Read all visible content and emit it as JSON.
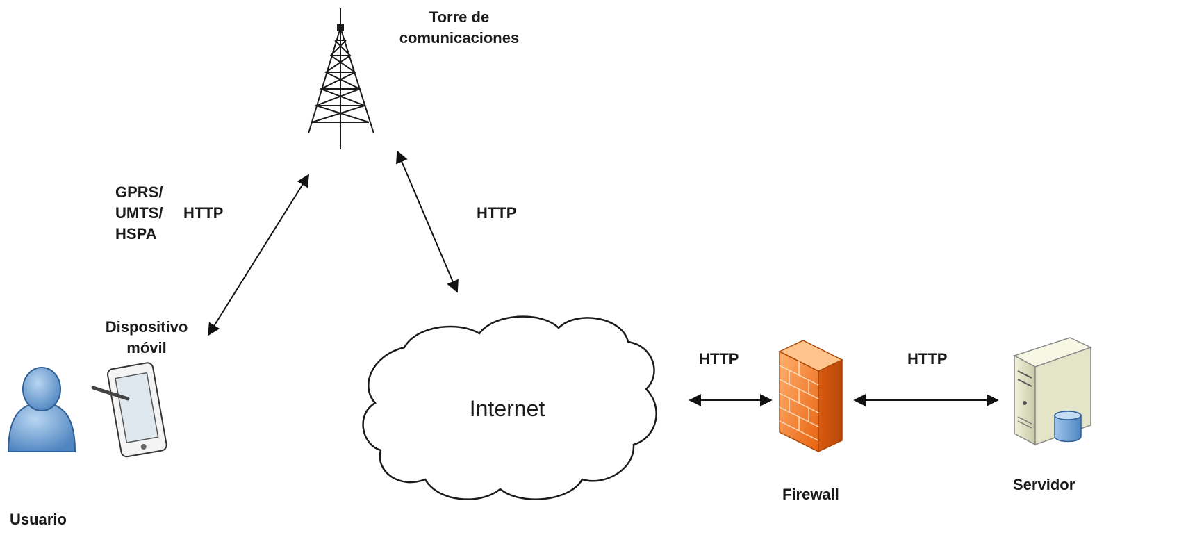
{
  "diagram": {
    "tower_label": [
      "Torre de",
      "comunicaciones"
    ],
    "device_label": [
      "Dispositivo",
      "móvil"
    ],
    "user_label": "Usuario",
    "cloud_label": "Internet",
    "firewall_label": "Firewall",
    "server_label": "Servidor",
    "link_mobile_tower": {
      "protocols": [
        "GPRS/",
        "UMTS/",
        "HSPA"
      ],
      "protocol": "HTTP"
    },
    "link_tower_internet": "HTTP",
    "link_internet_firewall": "HTTP",
    "link_firewall_server": "HTTP"
  }
}
